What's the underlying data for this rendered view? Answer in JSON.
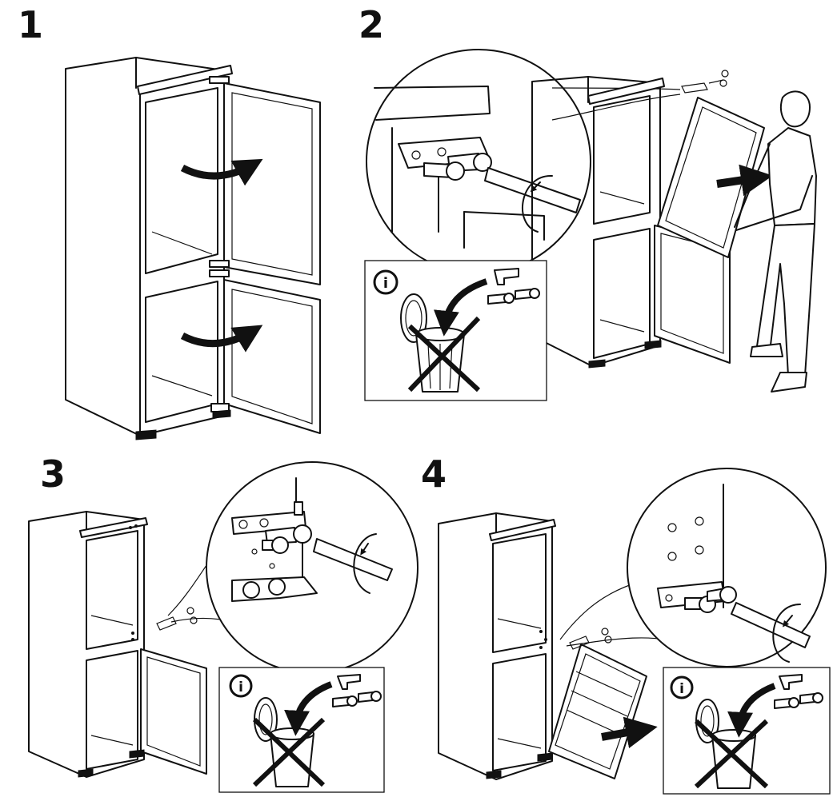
{
  "steps": [
    {
      "number": "1"
    },
    {
      "number": "2"
    },
    {
      "number": "3"
    },
    {
      "number": "4"
    }
  ],
  "icons": {
    "info": "i"
  }
}
